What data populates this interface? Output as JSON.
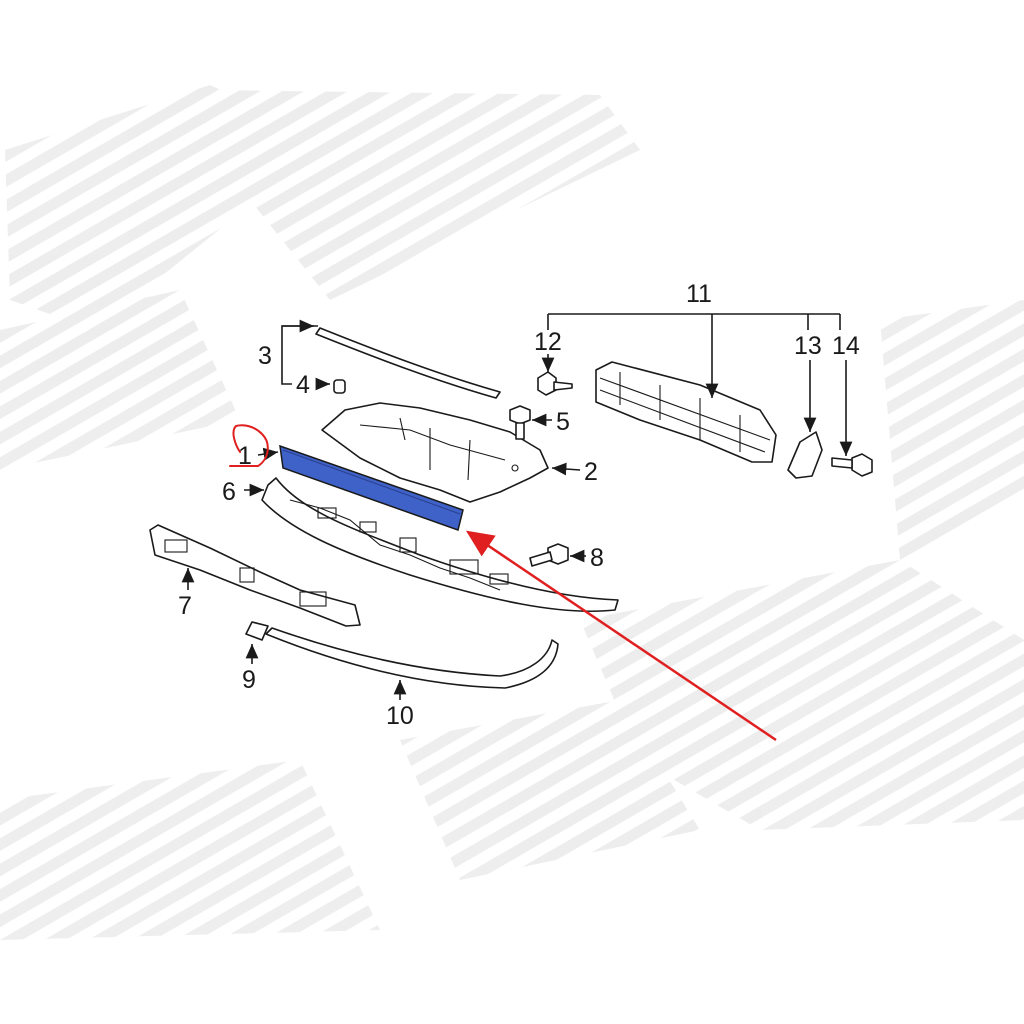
{
  "diagram": {
    "labels": {
      "p1": "1",
      "p2": "2",
      "p3": "3",
      "p4": "4",
      "p5": "5",
      "p6": "6",
      "p7": "7",
      "p8": "8",
      "p9": "9",
      "p10": "10",
      "p11": "11",
      "p12": "12",
      "p13": "13",
      "p14": "14"
    },
    "colors": {
      "highlight_part": "#3f62c8",
      "arrow": "#e02020",
      "line": "#1a1a1a",
      "watermark": "#ececec"
    },
    "highlighted_part": "1"
  }
}
